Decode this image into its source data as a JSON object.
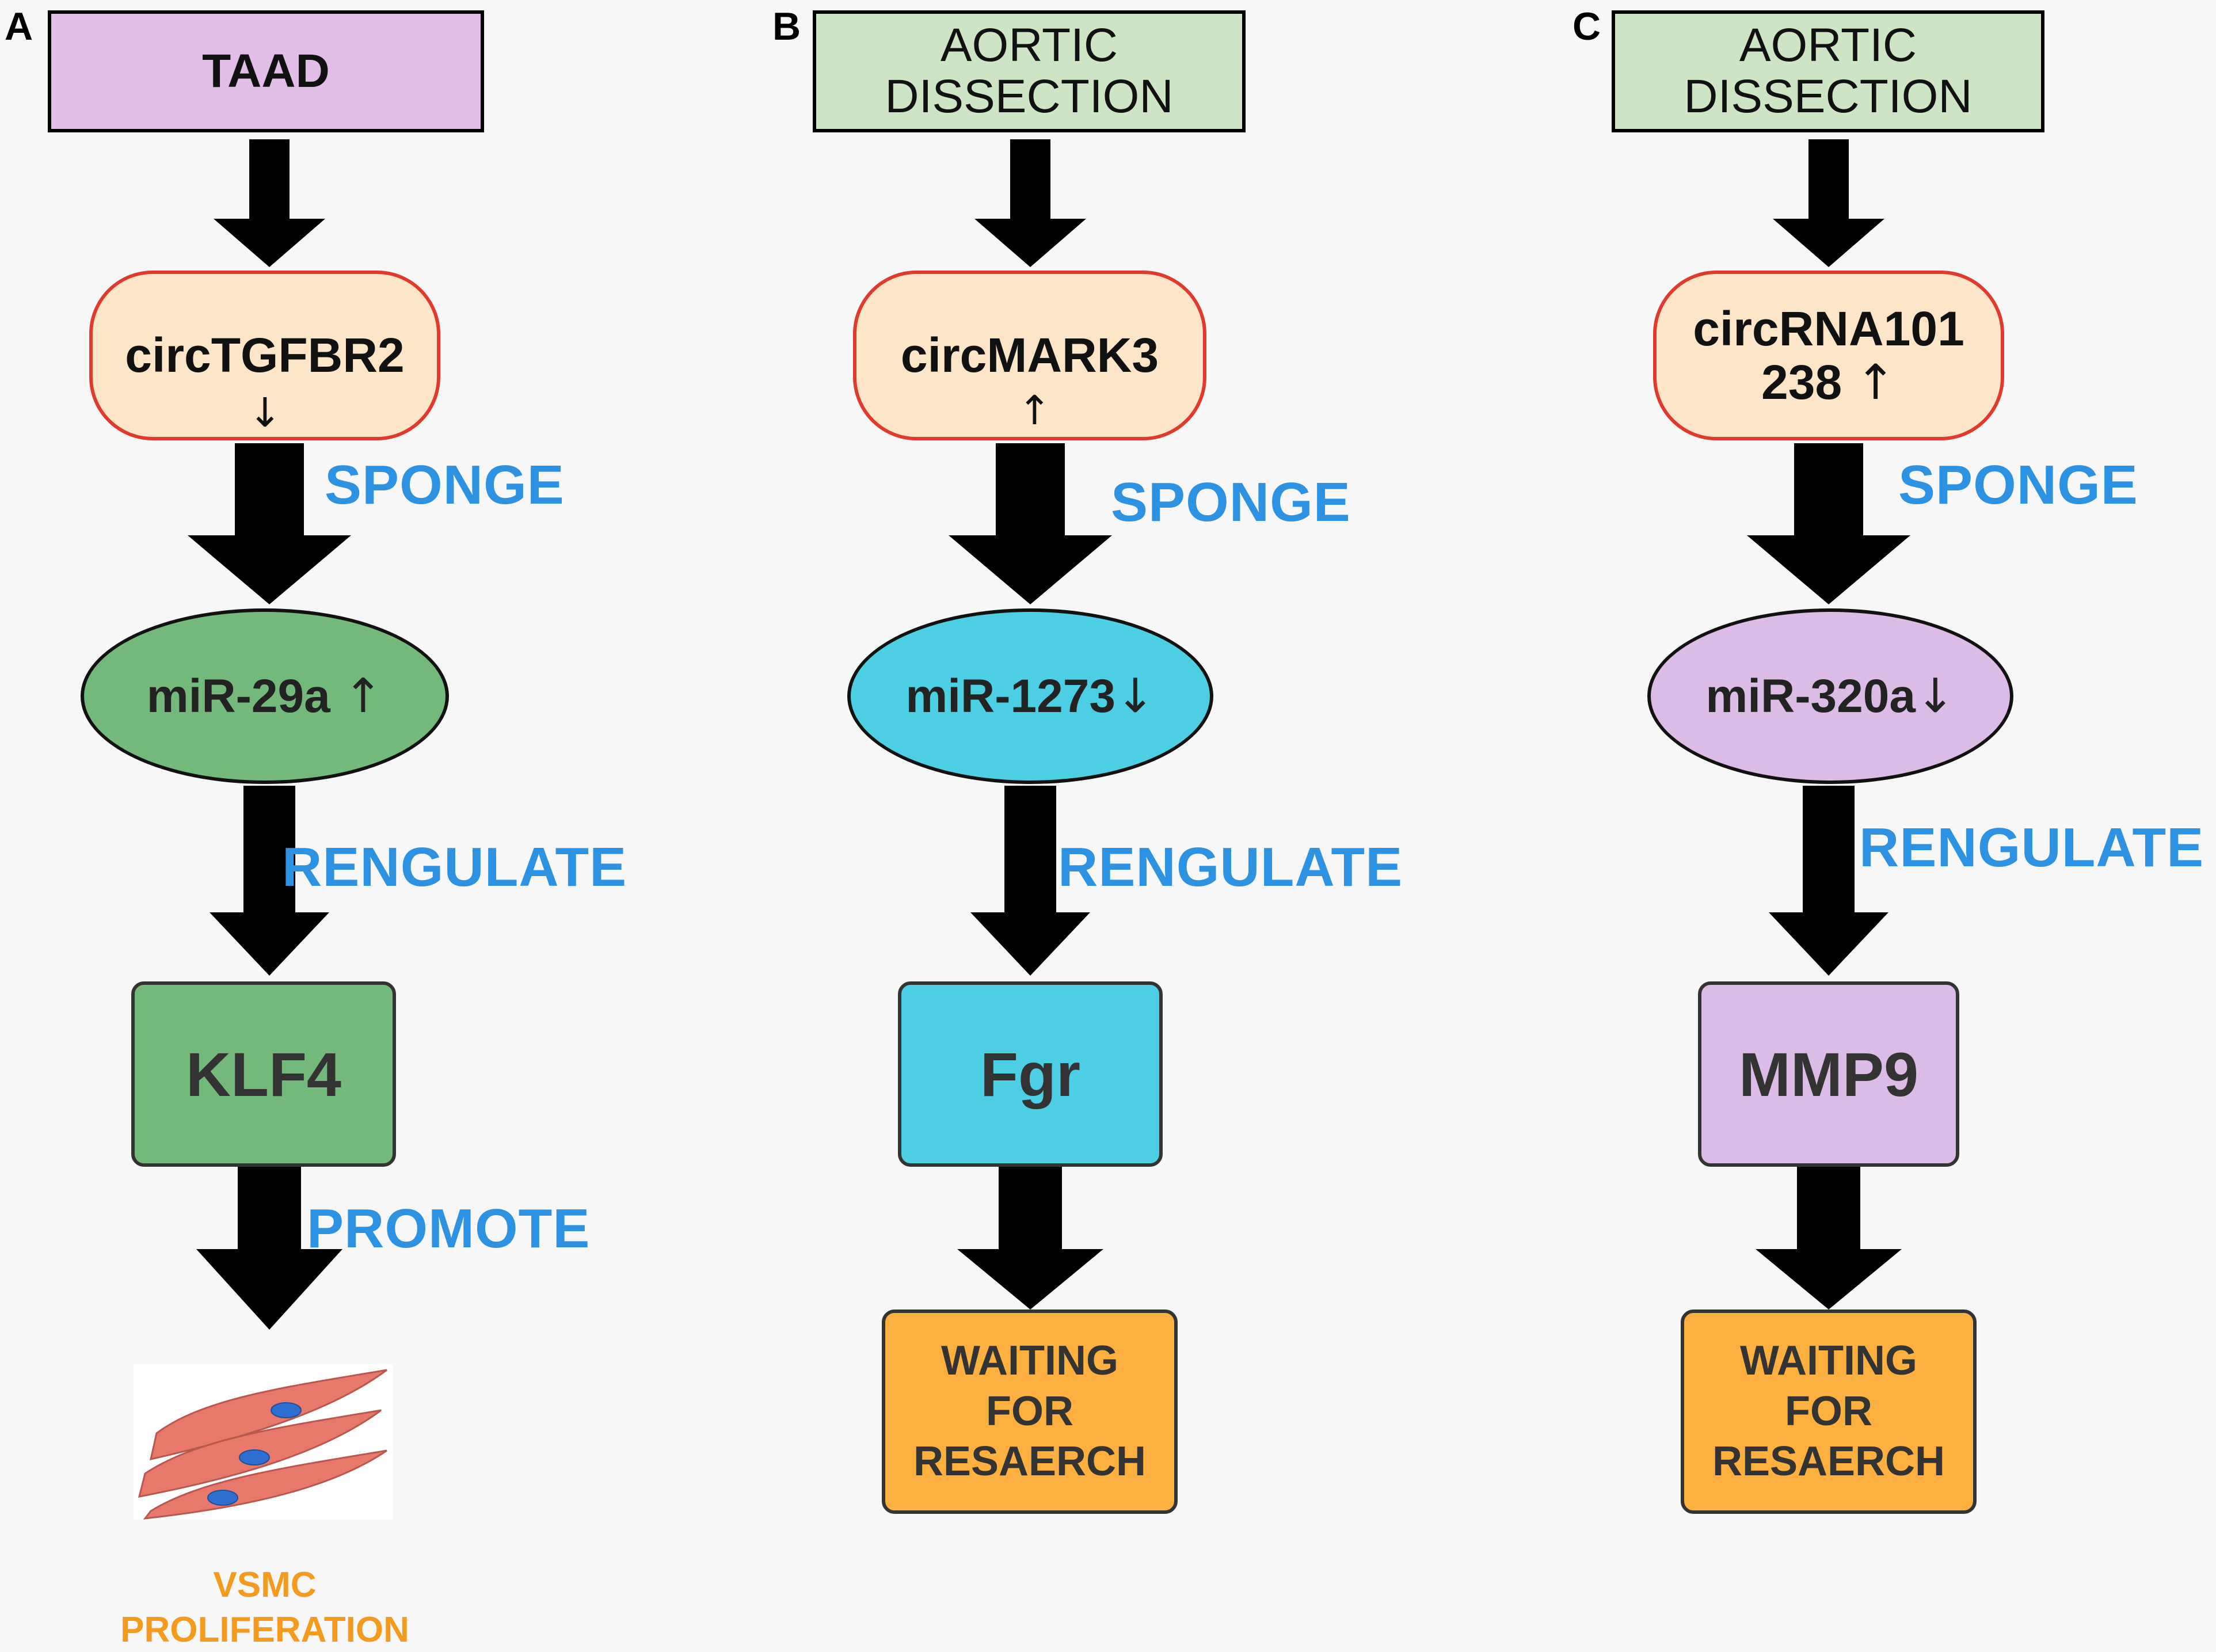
{
  "panels": [
    {
      "label": "A",
      "top": "TAAD",
      "circ": {
        "name": "circTGFBR2",
        "arrow": "↓"
      },
      "verb1": "SPONGE",
      "mir": {
        "name": "miR-29a",
        "arrow": "↑"
      },
      "verb2": "RENGULATE",
      "target": "KLF4",
      "verb3": "PROMOTE",
      "outcome": [
        "VSMC",
        "PROLIFERATION"
      ]
    },
    {
      "label": "B",
      "top": [
        "AORTIC",
        "DISSECTION"
      ],
      "circ": {
        "name": "circMARK3",
        "arrow": "↑"
      },
      "verb1": "SPONGE",
      "mir": {
        "name": "miR-1273",
        "arrow": "↓"
      },
      "verb2": "RENGULATE",
      "target": "Fgr",
      "outcome": [
        "WAITING",
        "FOR",
        "RESAERCH"
      ]
    },
    {
      "label": "C",
      "top": [
        "AORTIC",
        "DISSECTION"
      ],
      "circ": {
        "line1": "circRNA101",
        "line2": "238",
        "arrow": "↑"
      },
      "verb1": "SPONGE",
      "mir": {
        "name": "miR-320a",
        "arrow": "↓"
      },
      "verb2": "RENGULATE",
      "target": "MMP9",
      "outcome": [
        "WAITING",
        "FOR",
        "RESAERCH"
      ]
    }
  ],
  "colors": {
    "taad": "#e2bde8",
    "aortic": "#cde5c5",
    "circ_fill": "#fde5c8",
    "circ_border": "#e03a2e",
    "green": "#72b97a",
    "cyan": "#4ccfe2",
    "purple": "#dcbce6",
    "orange": "#fbb040",
    "verb": "#2e92e3",
    "vsmc": "#f39a1f",
    "cell": "#e8786a",
    "nucleus": "#2f6fd1"
  }
}
